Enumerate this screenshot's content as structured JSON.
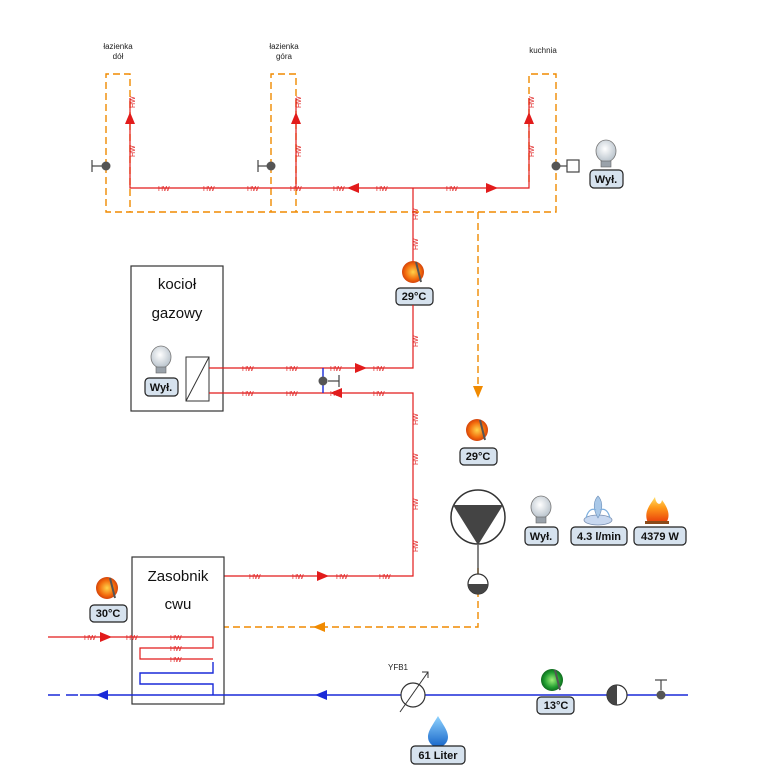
{
  "rooms": {
    "bath_down": [
      "łazienka",
      "dół"
    ],
    "bath_up": [
      "łazienka",
      "góra"
    ],
    "kitchen": "kuchnia"
  },
  "boiler": {
    "title_line1": "kocioł",
    "title_line2": "gazowy",
    "status": "Wył."
  },
  "tank": {
    "title_line1": "Zasobnik",
    "title_line2": "cwu",
    "temperature": "30°C"
  },
  "pipe_tag": "HW",
  "sensors": {
    "supply_temp": "29°C",
    "return_temp": "29°C",
    "cold_temp": "13°C",
    "volume": "61 Liter"
  },
  "kitchen_status": "Wył.",
  "pump": {
    "status": "Wył.",
    "flow": "4.3 l/min",
    "power": "4379 W"
  },
  "meter_tag": "YFB1",
  "colors": {
    "hot": "#e21b1b",
    "circulation": "#f08a00",
    "cold": "#1a2ad8",
    "badge": "#d6e2ee"
  }
}
